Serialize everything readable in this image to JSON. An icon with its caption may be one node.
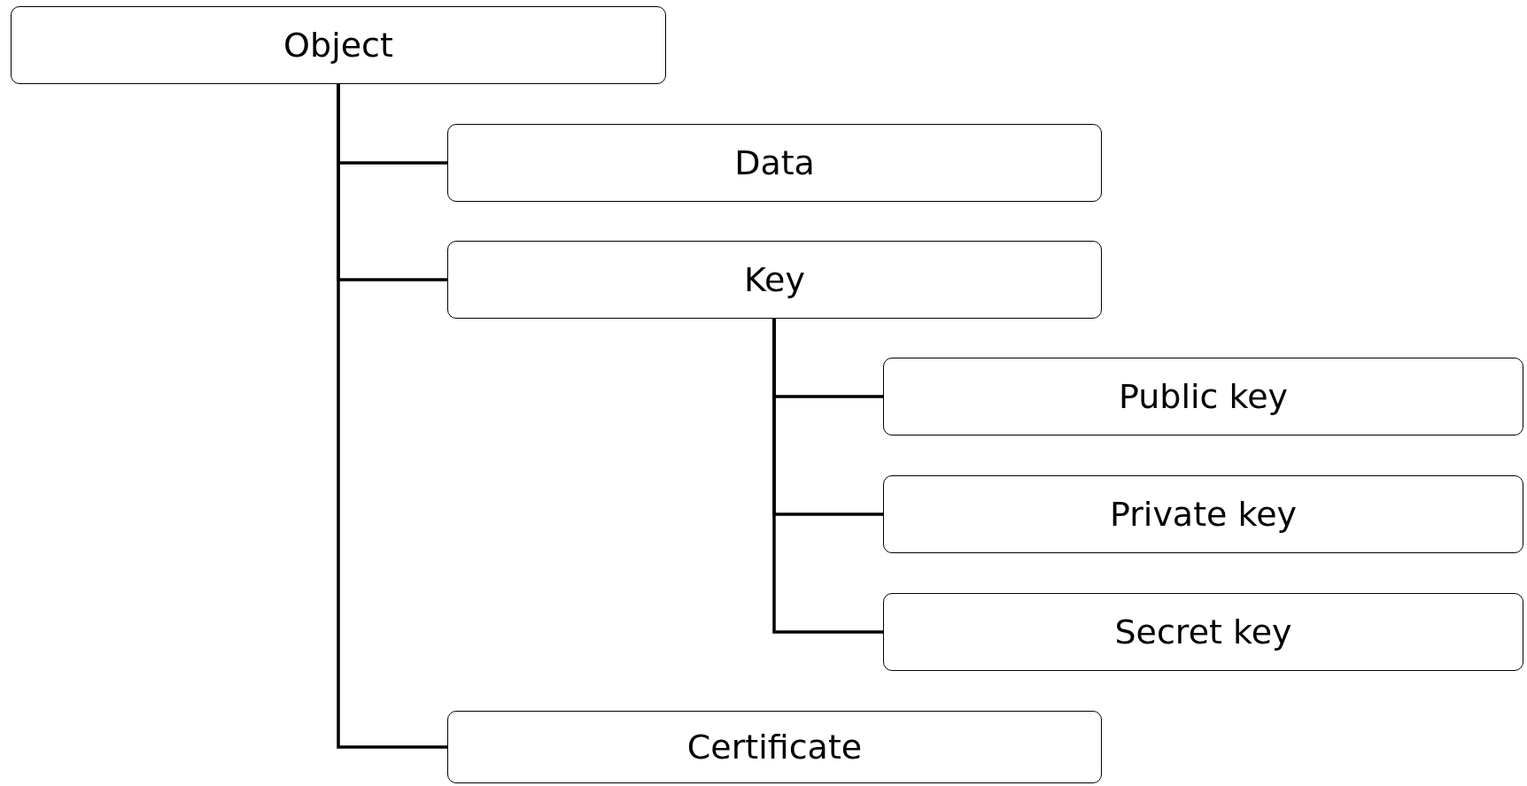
{
  "diagram": {
    "nodes": [
      {
        "text": [
          "Object"
        ]
      },
      {
        "text": [
          "Data"
        ]
      },
      {
        "text": [
          "Key"
        ]
      },
      {
        "text": [
          "Public key"
        ]
      },
      {
        "text": [
          "Private key"
        ]
      },
      {
        "text": [
          "Secret key"
        ]
      },
      {
        "text": [
          "Certificate"
        ]
      }
    ],
    "edges": [
      {
        "from": 0,
        "to": 1,
        "arrow": "none"
      },
      {
        "from": 0,
        "to": 2,
        "arrow": "none"
      },
      {
        "from": 2,
        "to": 3,
        "arrow": "none"
      },
      {
        "from": 2,
        "to": 4,
        "arrow": "none"
      },
      {
        "from": 2,
        "to": 5,
        "arrow": "none"
      },
      {
        "from": 0,
        "to": 6,
        "arrow": "none"
      }
    ]
  }
}
